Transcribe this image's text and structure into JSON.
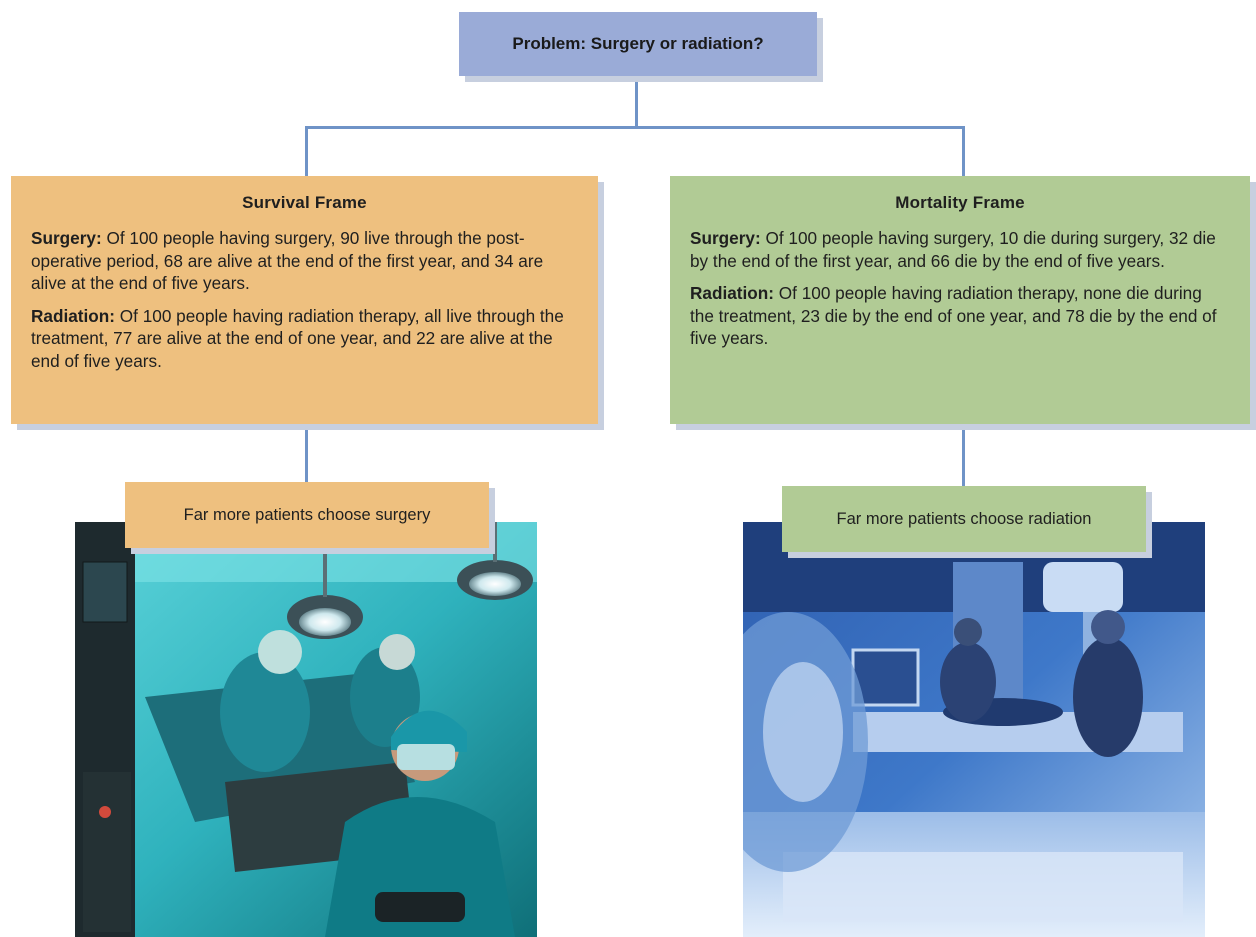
{
  "problem": {
    "label": "Problem: Surgery or radiation?"
  },
  "survival_frame": {
    "title": "Survival Frame",
    "surgery": {
      "label": "Surgery:",
      "text": " Of 100 people having surgery, 90 live through the post-operative period, 68 are alive at the end of the first year, and 34 are alive at the end of five years."
    },
    "radiation": {
      "label": "Radiation:",
      "text": " Of 100 people having radiation therapy, all live through the treatment, 77 are alive at the end of one year, and 22 are alive at the end of five years."
    },
    "outcome": "Far more patients choose surgery"
  },
  "mortality_frame": {
    "title": "Mortality Frame",
    "surgery": {
      "label": "Surgery:",
      "text": " Of 100 people having surgery, 10 die during surgery, 32 die by the end of the first year, and 66 die by the end of five years."
    },
    "radiation": {
      "label": "Radiation:",
      "text": " Of 100 people having radiation therapy, none die during the treatment, 23 die by the end of one year, and 78 die by the end of five years."
    },
    "outcome": "Far more patients choose radiation"
  },
  "colors": {
    "problem_box": "#9aabd7",
    "survival_box": "#eec07f",
    "mortality_box": "#b1cb95",
    "connector": "#6f93c7"
  }
}
